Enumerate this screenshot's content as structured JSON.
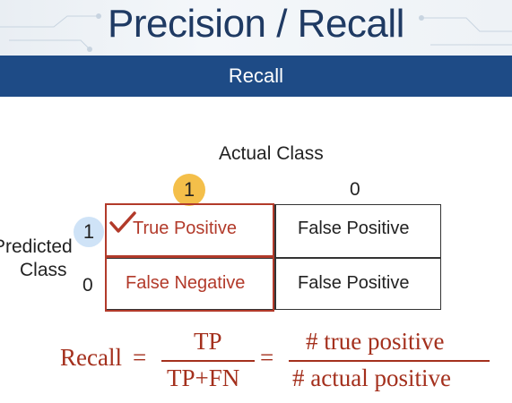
{
  "header": {
    "title": "Precision / Recall"
  },
  "band": {
    "subtitle": "Recall"
  },
  "matrix": {
    "actual_label": "Actual Class",
    "predicted_label_line1": "Predicted",
    "predicted_label_line2": "Class",
    "col_labels": [
      "1",
      "0"
    ],
    "row_labels": [
      "1",
      "0"
    ],
    "cells": {
      "tp": "True Positive",
      "fp": "False Positive",
      "fn": "False Negative",
      "tn": "False Positive"
    }
  },
  "formula": {
    "lhs": "Recall",
    "eq": "=",
    "num1": "TP",
    "den1": "TP+FN",
    "num2": "# true positive",
    "den2": "# actual positive"
  },
  "colors": {
    "navy": "#1e4b86",
    "title": "#1f3a63",
    "accent_red": "#b23a2a",
    "badge_yellow": "#f4bf4a",
    "badge_blue": "#cfe3f7"
  }
}
